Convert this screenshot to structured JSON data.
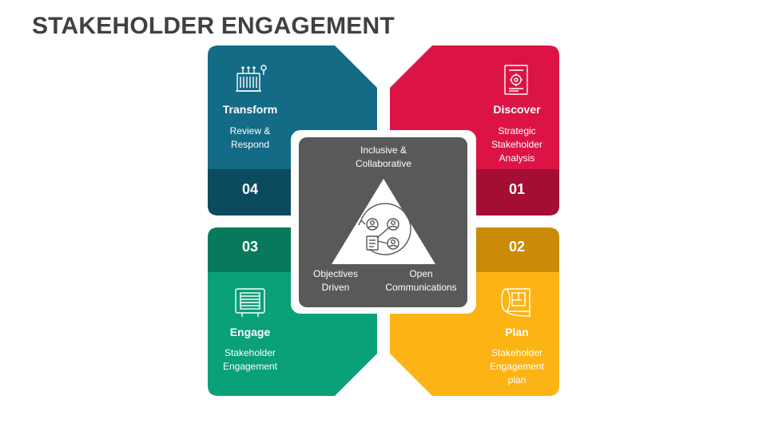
{
  "title": "STAKEHOLDER ENGAGEMENT",
  "colors": {
    "transform": "#136b86",
    "transform_dark": "#0c4a5e",
    "discover": "#dc1445",
    "discover_dark": "#a40e34",
    "engage": "#0aa078",
    "engage_dark": "#087a5c",
    "plan": "#fcb415",
    "plan_dark": "#cc8b06",
    "center": "#595959"
  },
  "quadrants": {
    "transform": {
      "title": "Transform",
      "desc_1": "Review &",
      "desc_2": "Respond",
      "number": "04",
      "icon": "transformer-icon"
    },
    "discover": {
      "title": "Discover",
      "desc_1": "Strategic",
      "desc_2": "Stakeholder",
      "desc_3": "Analysis",
      "number": "01",
      "icon": "report-gear-icon"
    },
    "engage": {
      "title": "Engage",
      "desc_1": "Stakeholder",
      "desc_2": "Engagement",
      "number": "03",
      "icon": "shutter-device-icon"
    },
    "plan": {
      "title": "Plan",
      "desc_1": "Stakeholder",
      "desc_2": "Engagement",
      "desc_3": "plan",
      "number": "02",
      "icon": "blueprint-scroll-icon"
    }
  },
  "center": {
    "top_1": "Inclusive &",
    "top_2": "Collaborative",
    "left_1": "Objectives",
    "left_2": "Driven",
    "right_1": "Open",
    "right_2": "Communications",
    "icon": "people-network-cycle-icon"
  }
}
